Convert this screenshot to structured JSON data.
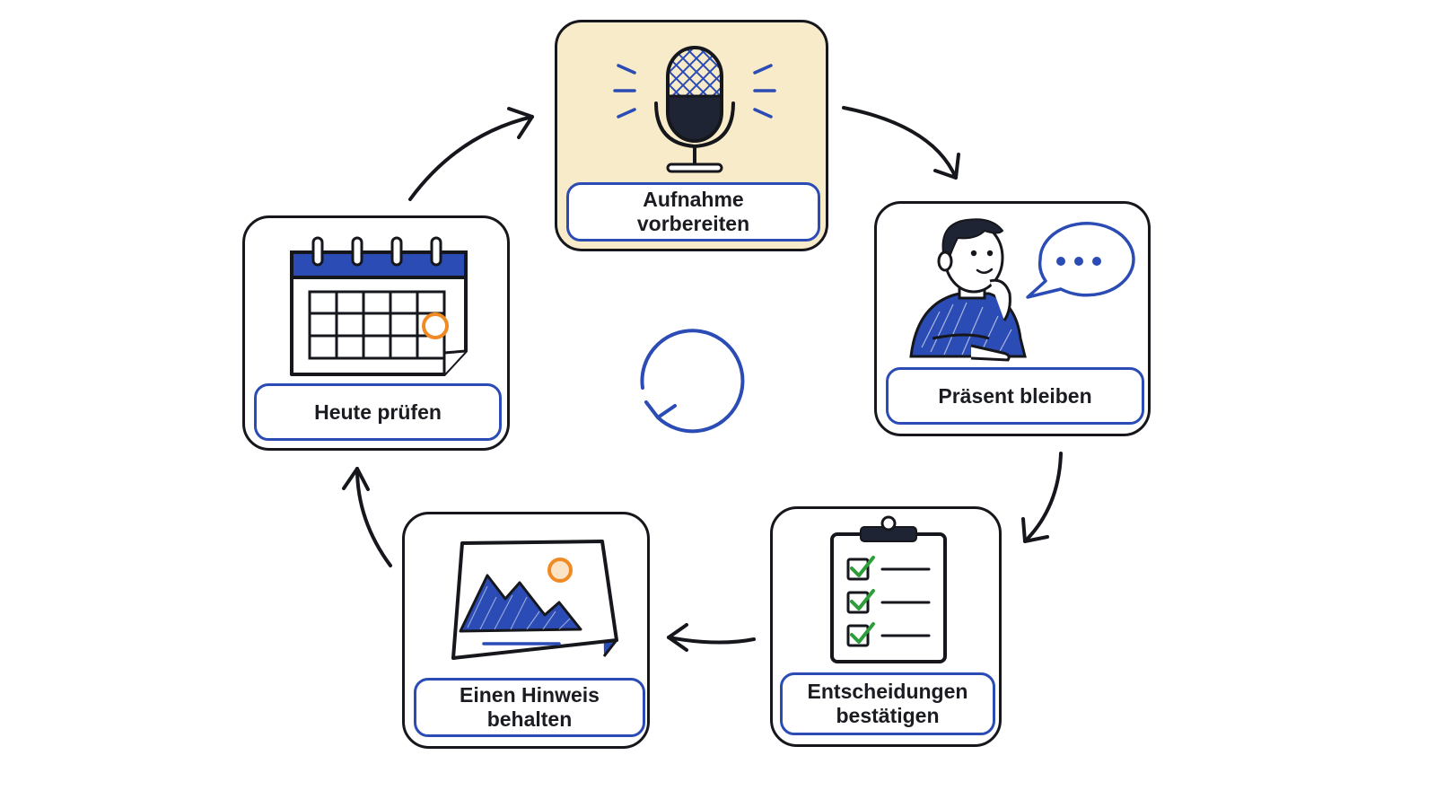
{
  "diagram": {
    "type": "cycle",
    "steps": [
      {
        "id": "record",
        "label_line1": "Aufnahme",
        "label_line2": "vorbereiten",
        "icon": "microphone-icon",
        "highlighted": true
      },
      {
        "id": "present",
        "label_line1": "Präsent bleiben",
        "label_line2": "",
        "icon": "person-thinking-icon",
        "highlighted": false
      },
      {
        "id": "decisions",
        "label_line1": "Entscheidungen",
        "label_line2": "bestätigen",
        "icon": "checklist-clipboard-icon",
        "highlighted": false
      },
      {
        "id": "note",
        "label_line1": "Einen Hinweis",
        "label_line2": "behalten",
        "icon": "picture-card-icon",
        "highlighted": false
      },
      {
        "id": "today",
        "label_line1": "Heute prüfen",
        "label_line2": "",
        "icon": "calendar-icon",
        "highlighted": false
      }
    ],
    "center_icon": "cycle-arrow-icon",
    "colors": {
      "outline": "#16171c",
      "accent_blue": "#2b4bb5",
      "highlight_fill": "#f8ebc9",
      "accent_orange": "#f08a24",
      "check_green": "#2e9e3a"
    }
  }
}
